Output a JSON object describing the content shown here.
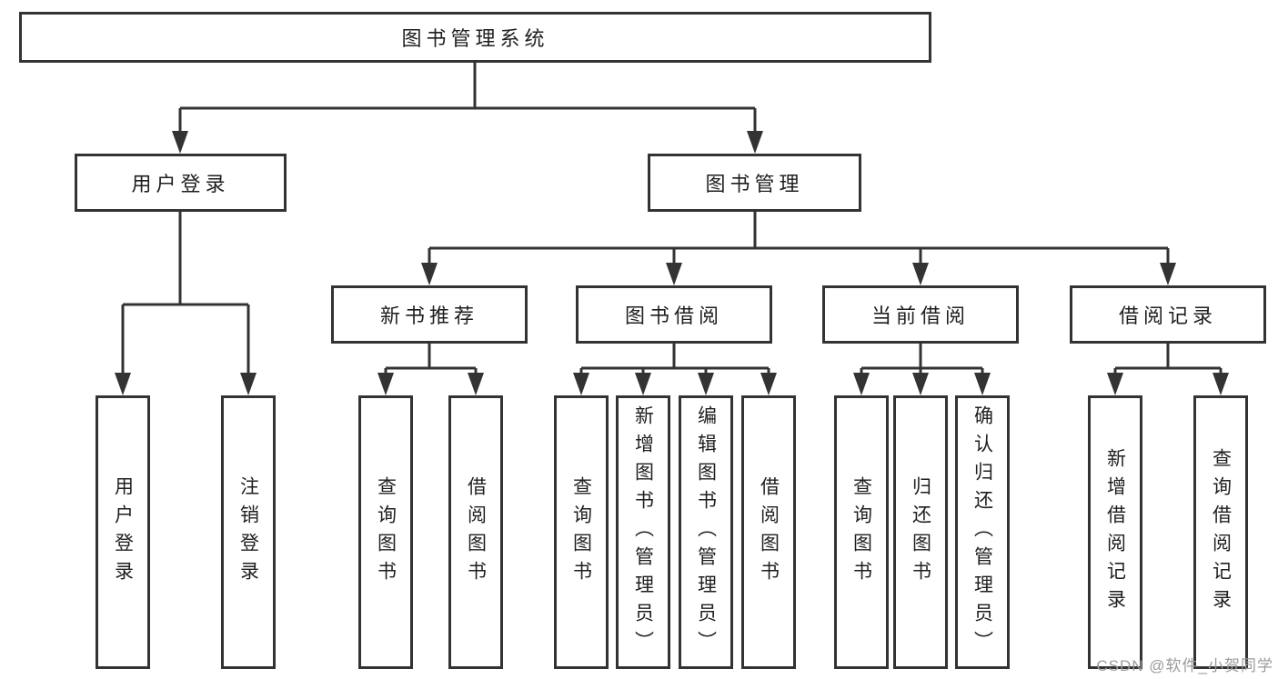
{
  "colors": {
    "line": "#333333",
    "text": "#1f1f1f",
    "watermark": "#9b9b9b",
    "background": "#ffffff"
  },
  "watermark": {
    "text": "CSDN @软件_小贺同学"
  },
  "tree": {
    "root": {
      "label": "图书管理系统"
    },
    "branches": [
      {
        "label": "用户登录",
        "leaves": [
          {
            "label": "用户登录"
          },
          {
            "label": "注销登录"
          }
        ]
      },
      {
        "label": "图书管理",
        "groups": [
          {
            "label": "新书推荐",
            "leaves": [
              {
                "label": "查询图书"
              },
              {
                "label": "借阅图书"
              }
            ]
          },
          {
            "label": "图书借阅",
            "leaves": [
              {
                "label": "查询图书"
              },
              {
                "label": "新增图书（管理员）"
              },
              {
                "label": "编辑图书（管理员）"
              },
              {
                "label": "借阅图书"
              }
            ]
          },
          {
            "label": "当前借阅",
            "leaves": [
              {
                "label": "查询图书"
              },
              {
                "label": "归还图书"
              },
              {
                "label": "确认归还（管理员）"
              }
            ]
          },
          {
            "label": "借阅记录",
            "leaves": [
              {
                "label": "新增借阅记录"
              },
              {
                "label": "查询借阅记录"
              }
            ]
          }
        ]
      }
    ]
  }
}
